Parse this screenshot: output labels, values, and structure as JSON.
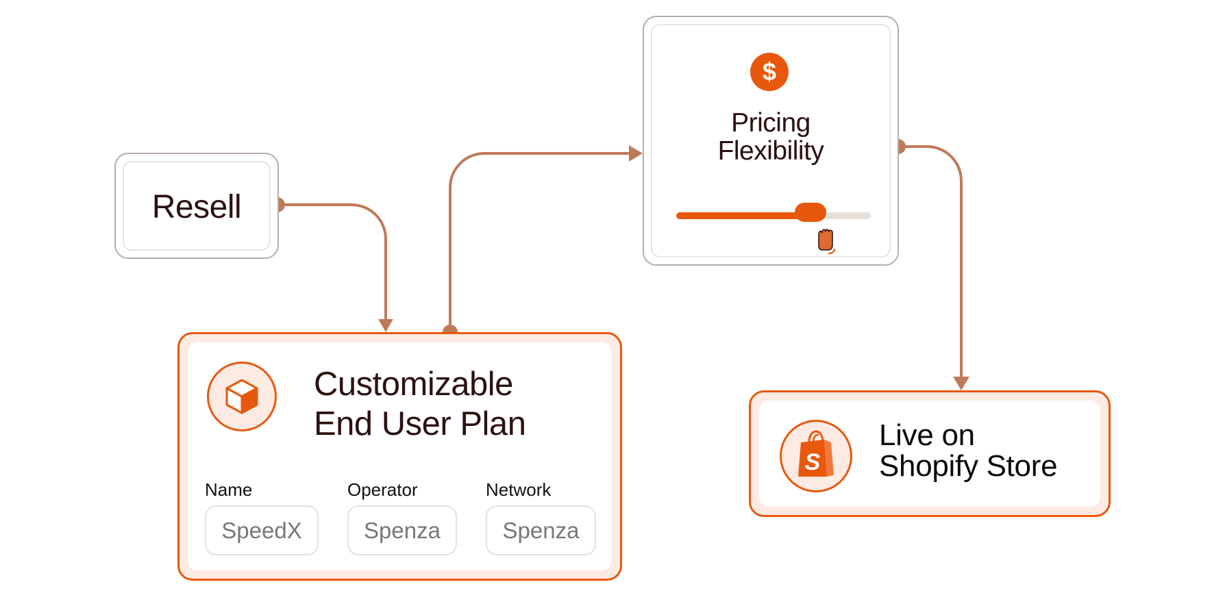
{
  "nodes": {
    "resell": {
      "title": "Resell"
    },
    "pricing": {
      "title_line1": "Pricing",
      "title_line2": "Flexibility",
      "icon": "dollar-circle-icon",
      "icon_glyph": "$",
      "slider_value_fraction": 0.75
    },
    "plan": {
      "title_line1": "Customizable",
      "title_line2": "End User Plan",
      "icon": "cube-icon",
      "fields": [
        {
          "label": "Name",
          "value": "SpeedX"
        },
        {
          "label": "Operator",
          "value": "Spenza"
        },
        {
          "label": "Network",
          "value": "Spenza"
        }
      ]
    },
    "shopify": {
      "title_line1": "Live on",
      "title_line2": "Shopify Store",
      "icon": "shopify-bag-icon",
      "icon_glyph": "S"
    }
  },
  "edges": [
    {
      "from": "Resell",
      "to": "Customizable End User Plan"
    },
    {
      "from": "Customizable End User Plan",
      "to": "Pricing Flexibility"
    },
    {
      "from": "Pricing Flexibility",
      "to": "Live on Shopify Store"
    }
  ],
  "colors": {
    "accent": "#e8580c",
    "connector": "#bf7a58",
    "neutral_border": "#b7aca6",
    "title_text": "#2c1010"
  }
}
